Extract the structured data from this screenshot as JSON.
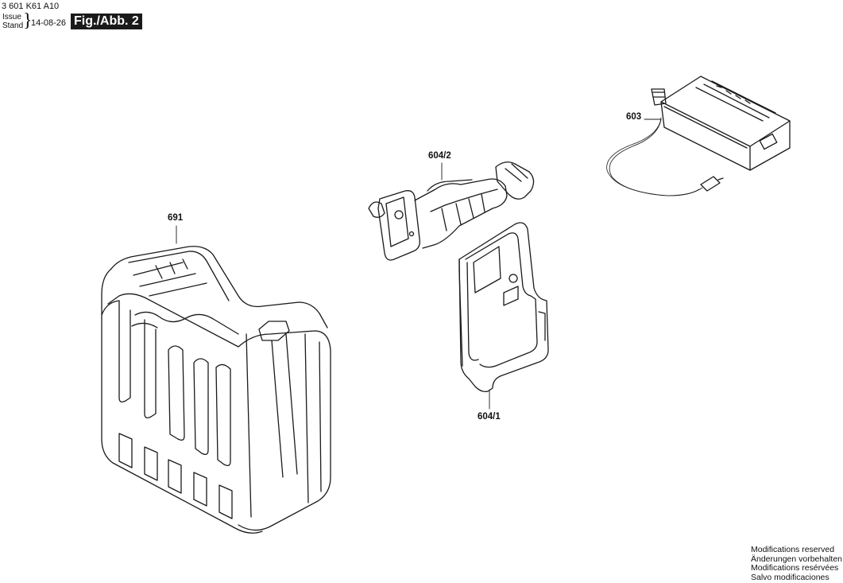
{
  "header": {
    "doc_number": "3 601 K61 A10",
    "issue_label": "Issue",
    "stand_label": "Stand",
    "issue_date": "14-08-26",
    "figure_badge": "Fig./Abb. 2"
  },
  "parts": [
    {
      "number": "691",
      "item": "carrying-case"
    },
    {
      "number": "604/2",
      "item": "receiver-holder"
    },
    {
      "number": "604/1",
      "item": "receiver-cradle"
    },
    {
      "number": "603",
      "item": "charger"
    }
  ],
  "footer": {
    "lines": [
      "Modifications reserved",
      "Änderungen vorbehalten",
      "Modifications resérvées",
      "Salvo modificaciones"
    ]
  }
}
